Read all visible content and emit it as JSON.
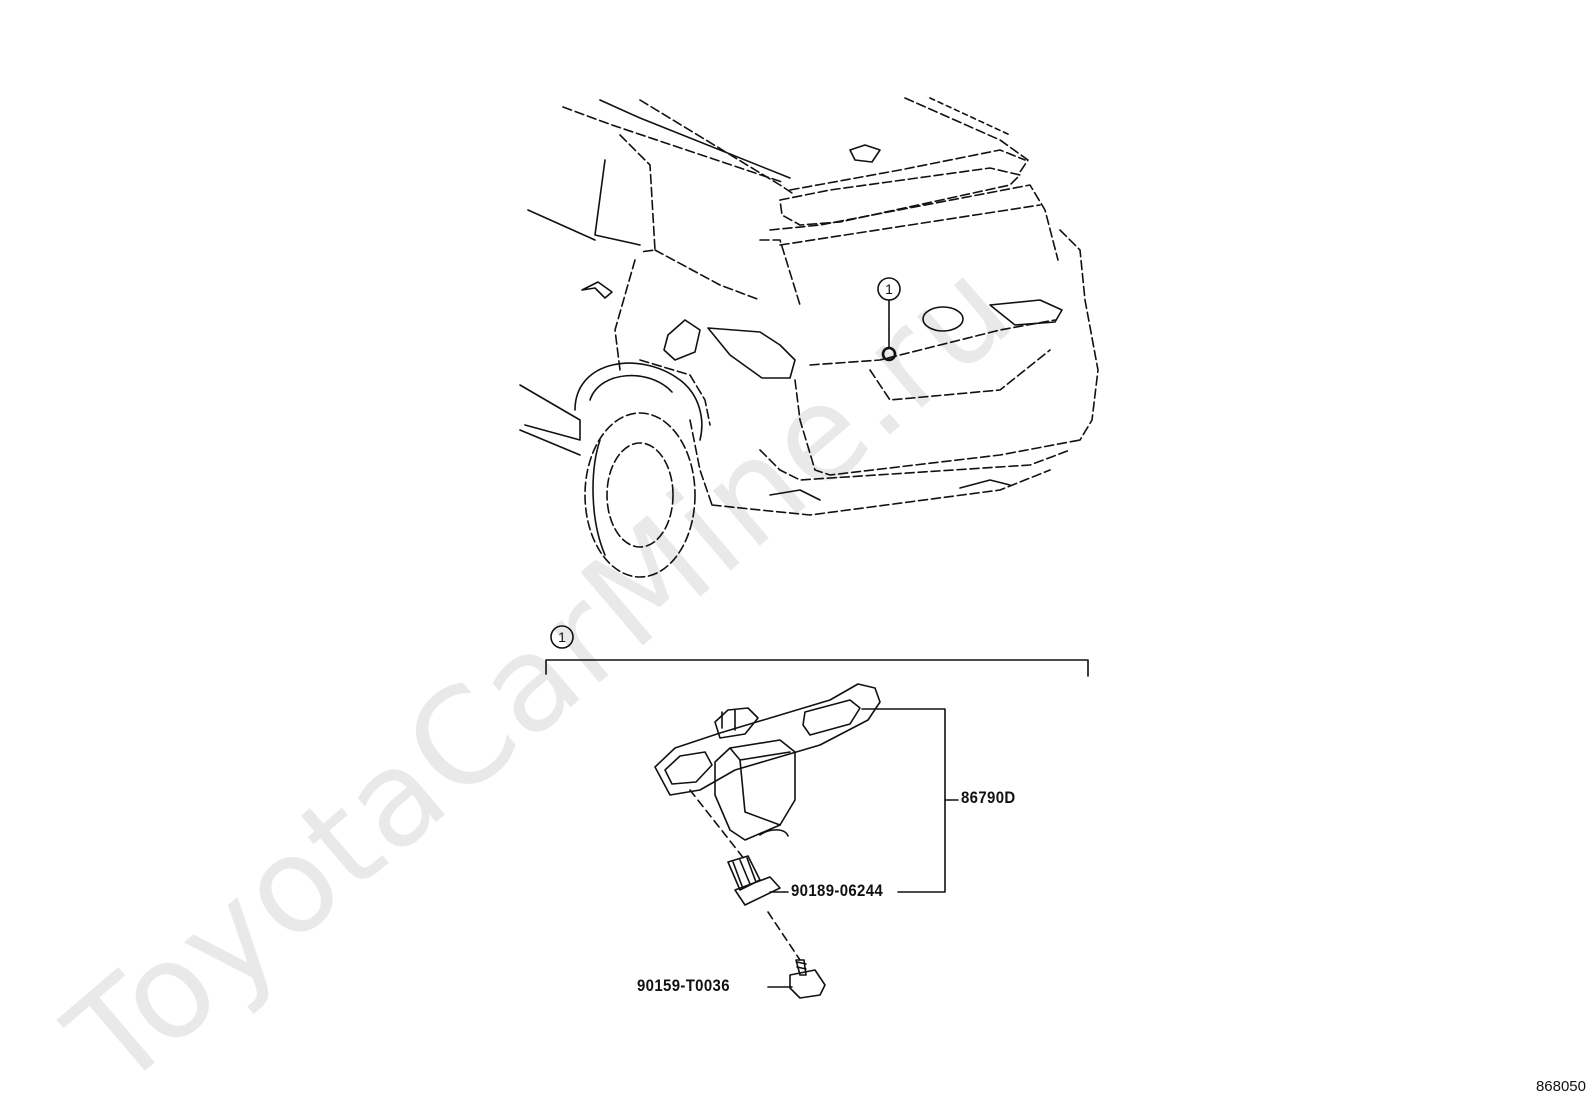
{
  "watermark": "ToyotaCarMine.ru",
  "callouts": {
    "vehicle_ref": "1",
    "group_ref": "1"
  },
  "parts": {
    "camera_assembly": "86790D",
    "clip": "90189-06244",
    "screw": "90159-T0036"
  },
  "figure_id": "868050",
  "colors": {
    "line": "#111111",
    "watermark": "#dcdcdc",
    "background": "#ffffff"
  }
}
